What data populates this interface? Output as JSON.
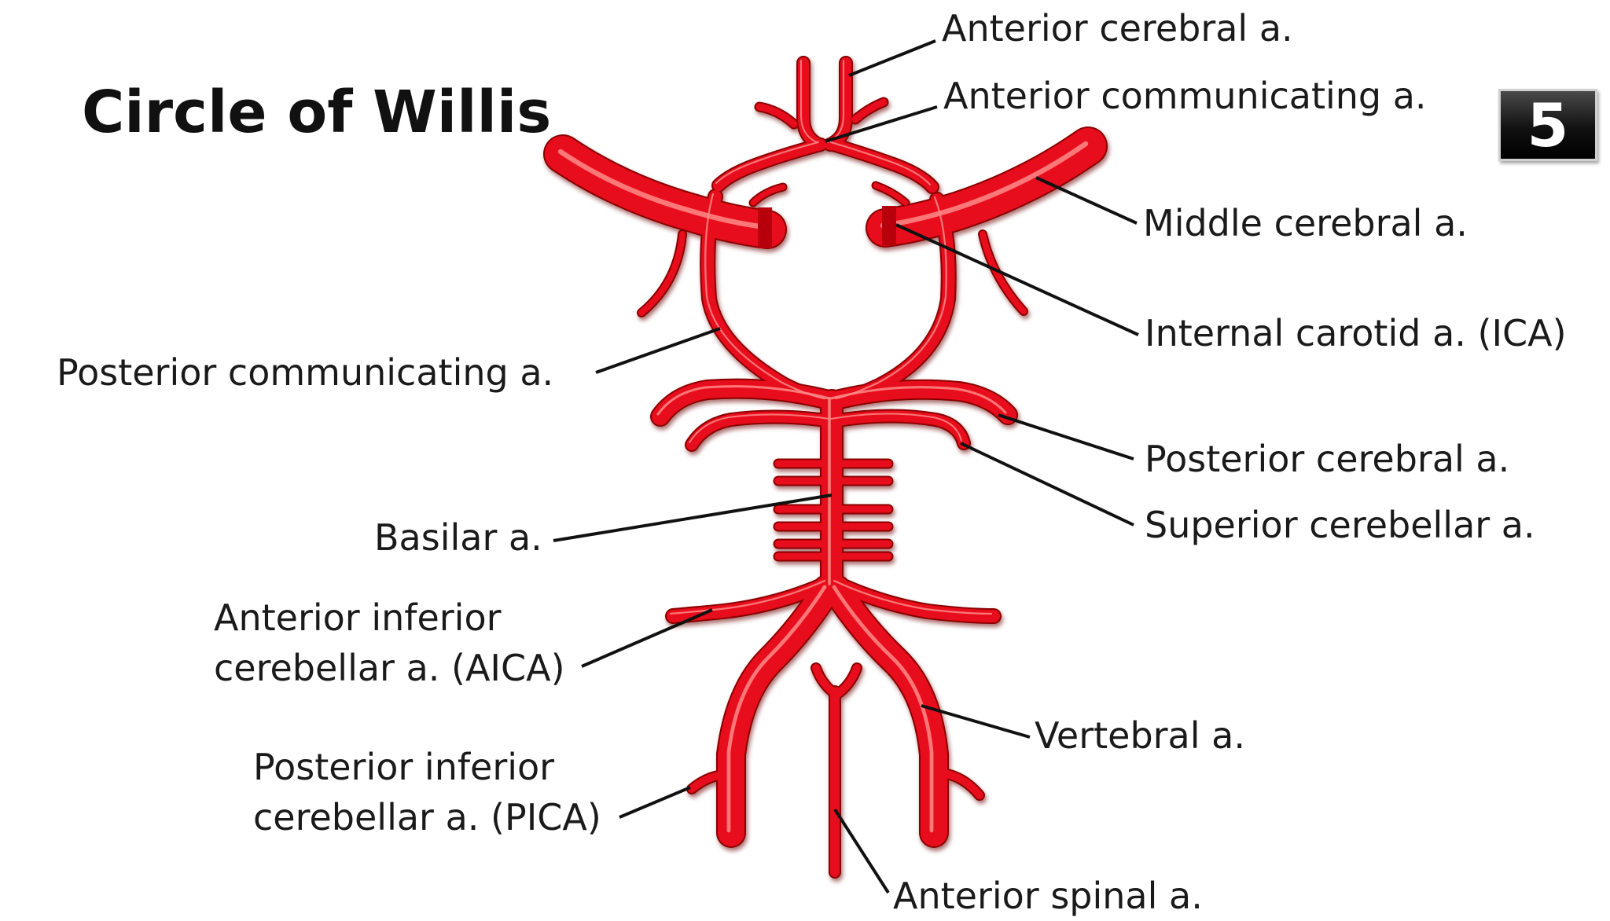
{
  "title": "Circle of Willis",
  "badge": "5",
  "colors": {
    "artery": "#e8101a",
    "artery_dark": "#8a0006",
    "artery_highlight": "#ff8a8a",
    "leader": "#111111",
    "text": "#1a1a1a"
  },
  "labels": {
    "anterior_cerebral": "Anterior cerebral a.",
    "anterior_communicating": "Anterior communicating a.",
    "middle_cerebral": "Middle cerebral a.",
    "internal_carotid": "Internal carotid a. (ICA)",
    "posterior_communicating": "Posterior communicating a.",
    "posterior_cerebral": "Posterior cerebral a.",
    "superior_cerebellar": "Superior cerebellar a.",
    "basilar": "Basilar a.",
    "aica_line1": "Anterior inferior",
    "aica_line2": "cerebellar a. (AICA)",
    "vertebral": "Vertebral a.",
    "pica_line1": "Posterior inferior",
    "pica_line2": "cerebellar a. (PICA)",
    "anterior_spinal": "Anterior spinal a."
  }
}
